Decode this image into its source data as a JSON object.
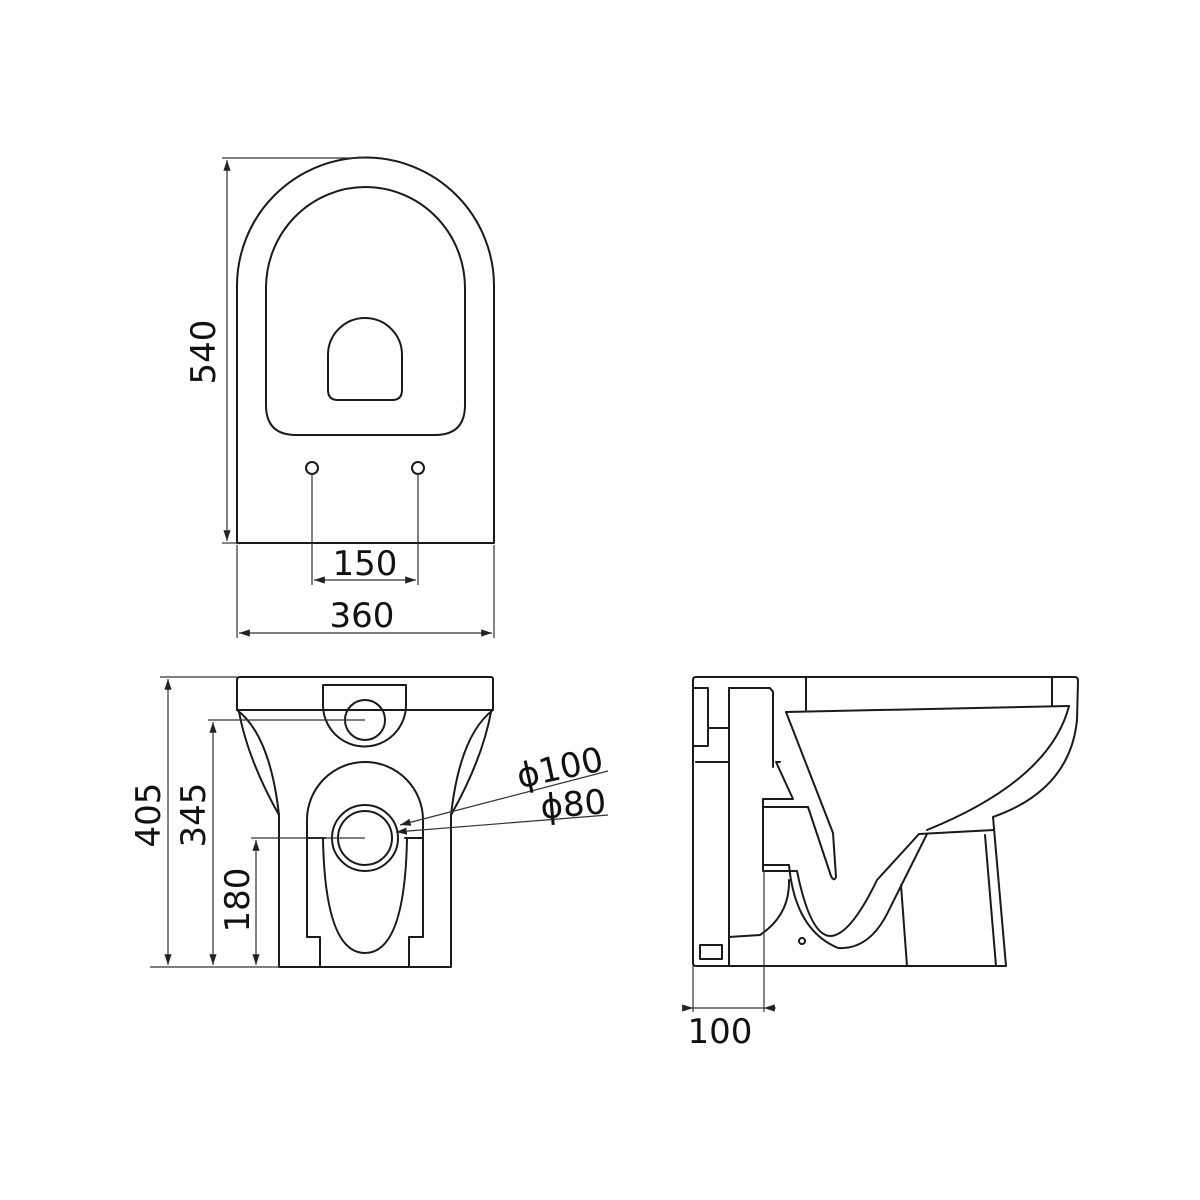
{
  "top_view": {
    "dimensions": {
      "length": "540",
      "fixing_centres": "150",
      "width": "360"
    }
  },
  "front_view": {
    "dimensions": {
      "height": "405",
      "inlet_height": "345",
      "outlet_height": "180",
      "outlet_outer_diameter": "ϕ100",
      "outlet_inner_diameter": "ϕ80"
    }
  },
  "side_view": {
    "dimensions": {
      "wall_to_outlet": "100"
    }
  },
  "line_color": "#1a1a1a"
}
